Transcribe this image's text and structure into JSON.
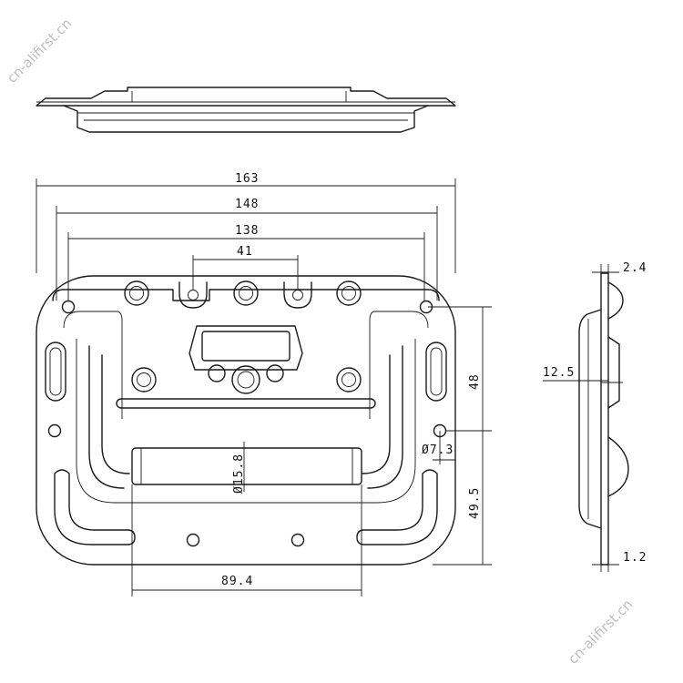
{
  "dimensions": {
    "overall_width": "163",
    "outer_hole_span": "148",
    "inner_span": "138",
    "center_hole_span": "41",
    "height_48": "48",
    "height_49_5": "49.5",
    "handle_length": "89.4",
    "handle_diameter": "Ø15.8",
    "hole_diameter": "Ø7.3",
    "side_top": "2.4",
    "side_depth": "12.5",
    "side_plate": "1.2"
  },
  "watermark": {
    "top_left": "cn-alifirst.cn",
    "bottom_right": "cn-alifirst.cn"
  },
  "colors": {
    "line": "#1a1a1a",
    "background": "#ffffff"
  }
}
